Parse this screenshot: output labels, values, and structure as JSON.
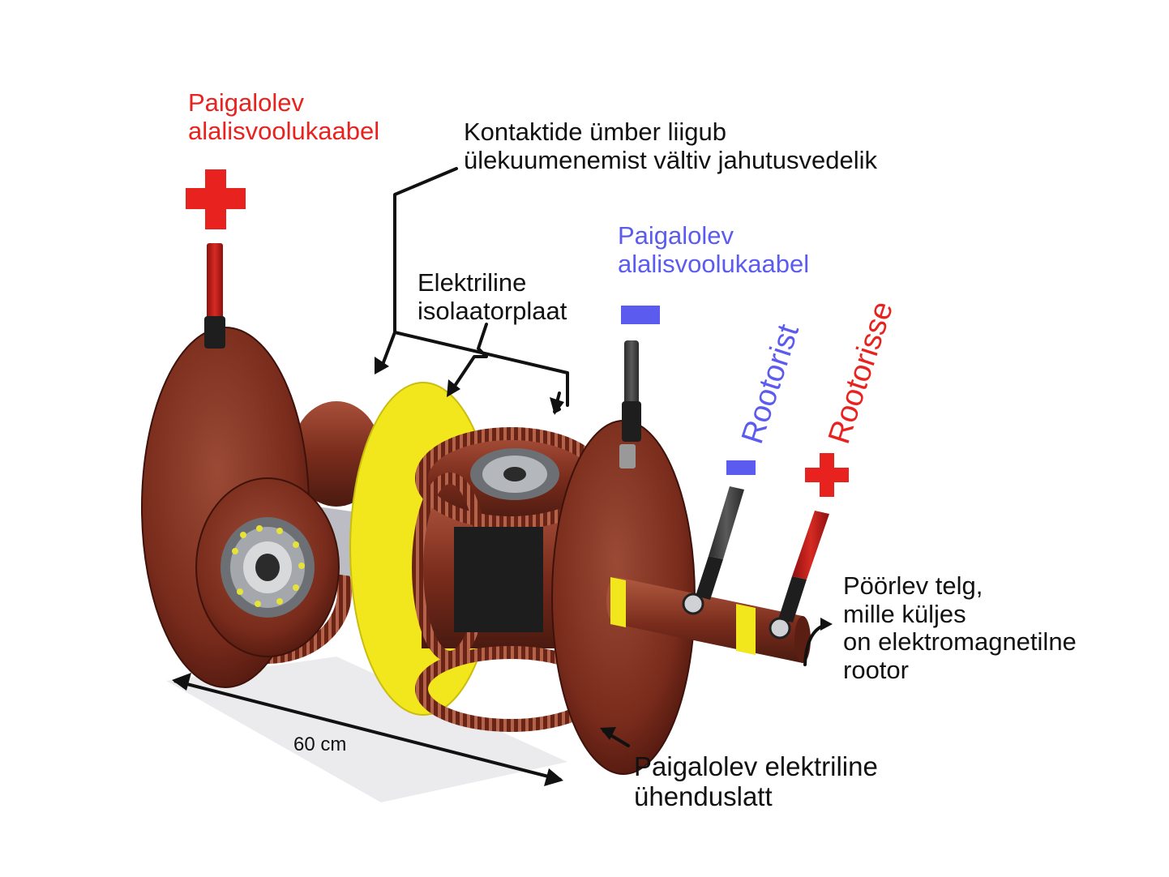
{
  "labels": {
    "left_cable_line1": "Paigalolev",
    "left_cable_line2": "alalisvoolukaabel",
    "coolant_line1": "Kontaktide ümber liigub",
    "coolant_line2": "ülekuumenemist vältiv jahutusvedelik",
    "insulator_line1": "Elektriline",
    "insulator_line2": "isolaatorplaat",
    "right_cable_line1": "Paigalolev",
    "right_cable_line2": "alalisvoolukaabel",
    "from_rotor": "Rootorist",
    "to_rotor": "Rootorisse",
    "shaft_line1": "Pöörlev telg,",
    "shaft_line2": "mille küljes",
    "shaft_line3": "on elektromagnetilne",
    "shaft_line4": "rootor",
    "busbar_line1": "Paigalolev elektriline",
    "busbar_line2": "ühenduslatt",
    "dimension": "60 cm"
  },
  "symbols": {
    "plus": "+",
    "minus": "−"
  },
  "colors": {
    "positive": "#e8231f",
    "negative": "#5b5bf0",
    "copper": "#7a2a1a",
    "insulator": "#f2e61c"
  }
}
